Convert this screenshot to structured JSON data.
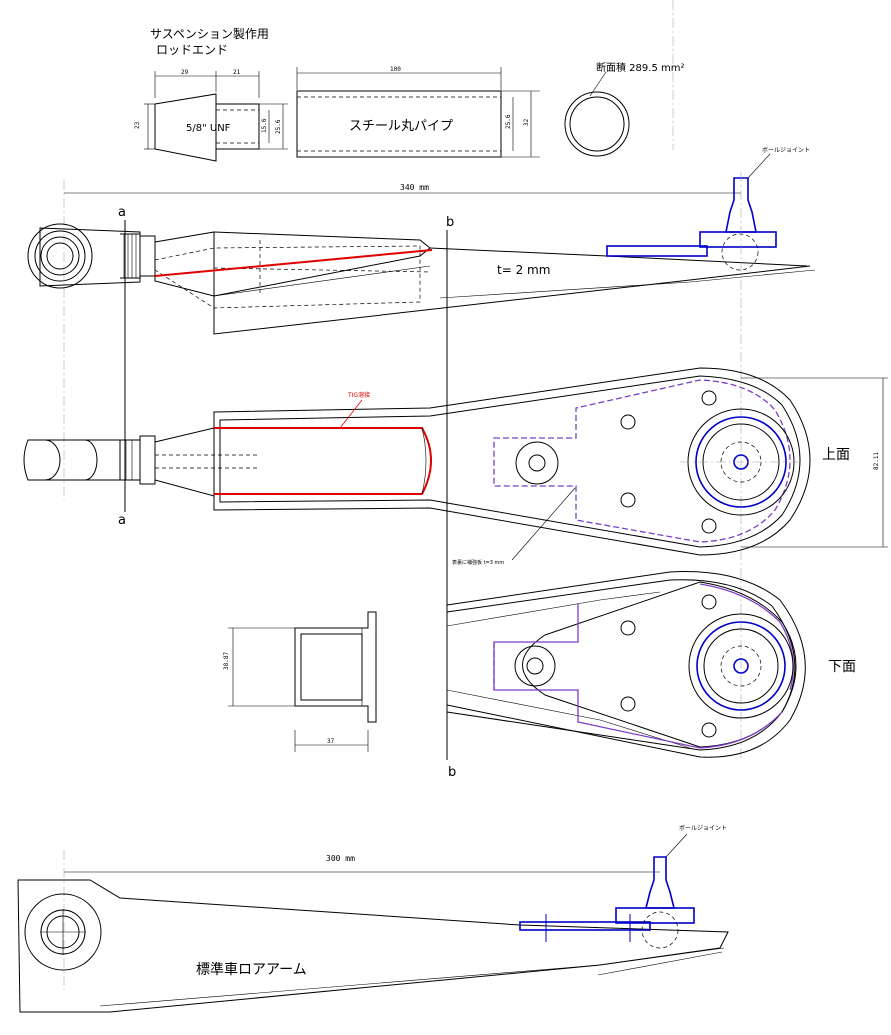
{
  "rod_end": {
    "title_line1": "サスペンション製作用",
    "title_line2": "ロッドエンド",
    "dim_29": "29",
    "dim_21": "21",
    "dim_23": "23",
    "dim_15_6": "15.6",
    "dim_25_6": "25.6",
    "thread_label": "5/8\" UNF"
  },
  "pipe": {
    "dim_100": "100",
    "label": "スチール丸パイプ",
    "dim_25_6": "25.6",
    "dim_32": "32",
    "section_area": "断面積 289.5 mm²"
  },
  "arm": {
    "ball_joint_label": "ボールジョイント",
    "overall_length": "340 mm",
    "section_a": "a",
    "section_b": "b",
    "thickness": "t= 2 mm",
    "tig_weld": "TIG溶接",
    "face_top": "上面",
    "face_bottom": "下面",
    "dim_right": "82.11",
    "reinforcement_note": "表裏に補強板 t=3 mm"
  },
  "bracket": {
    "dim_height": "38.87",
    "dim_width": "37"
  },
  "standard_arm": {
    "ball_joint_label": "ボールジョイント",
    "length": "300 mm",
    "label": "標準車ロアアーム"
  },
  "colors": {
    "line": "#000000",
    "weld_red": "#e00000",
    "bushing_blue": "#0000c8",
    "plate_purple": "#7a3fc8"
  }
}
